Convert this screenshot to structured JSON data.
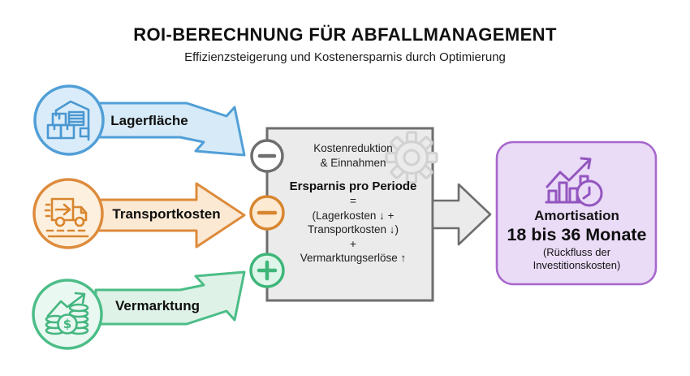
{
  "header": {
    "title": "ROI-BERECHNUNG FÜR ABFALLMANAGEMENT",
    "subtitle": "Effizienzsteigerung und Kostenersparnis durch Optimierung"
  },
  "inputs": [
    {
      "label": "Lagerfläche",
      "sign": "minus",
      "icon": "warehouse-icon",
      "color": "#519fd7",
      "fill": "#d6eaf8"
    },
    {
      "label": "Transportkosten",
      "sign": "minus",
      "icon": "truck-icon",
      "color": "#dd8b3c",
      "fill": "#fbe9d4"
    },
    {
      "label": "Vermarktung",
      "sign": "plus",
      "icon": "coins-growth-icon",
      "color": "#4cbd87",
      "fill": "#def2e7"
    }
  ],
  "calculation_box": {
    "header_lines": [
      "Kostenreduktion",
      "& Einnahmen"
    ],
    "formula_title": "Ersparnis pro Periode",
    "formula_lines": [
      "=",
      "(Lagerkosten ↓ +",
      "Transportkosten ↓)",
      "+",
      "Vermarktungserlöse ↑"
    ],
    "icon": "gear-icon",
    "fill": "#ebebeb",
    "border": "#6e6e6e"
  },
  "result_box": {
    "title": "Amortisation",
    "value": "18 bis 36 Monate",
    "note_lines": [
      "(Rückfluss der",
      "Investitionskosten)"
    ],
    "icon": "chart-clock-icon",
    "accent": "#9356bf",
    "fill": "#eadbf7",
    "border": "#a767cc"
  },
  "icons": {
    "currency_symbol": "$"
  }
}
